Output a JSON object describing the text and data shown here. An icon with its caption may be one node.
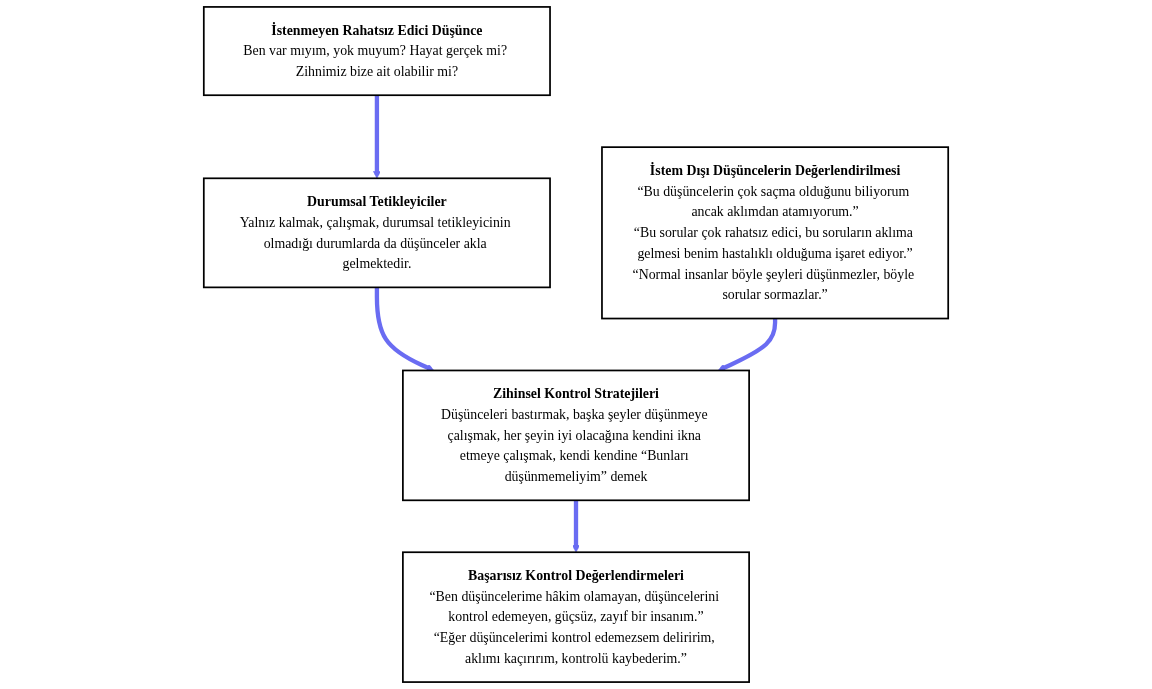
{
  "diagram": {
    "nodes": [
      {
        "text": [
          "İstenmeyen Rahatsız Edici Düşünce",
          "Ben var mıyım, yok muyum? Hayat gerçek mi? Zihnimiz bize ait olabilir mi?"
        ]
      },
      {
        "text": [
          "Durumsal Tetikleyiciler",
          "Yalnız kalmak, çalışmak, durumsal tetikleyicinin olmadığı durumlarda da düşünceler akla gelmektedir."
        ]
      },
      {
        "text": [
          "İstem Dışı Düşüncelerin Değerlendirilmesi",
          "“Bu düşüncelerin çok saçma olduğunu biliyorum ancak aklımdan atamıyorum.”",
          "“Bu sorular çok rahatsız edici, bu soruların aklıma gelmesi benim hastalıklı olduğuma işaret ediyor.”",
          "“Normal insanlar böyle şeyleri düşünmezler, böyle sorular sormazlar.”"
        ]
      },
      {
        "text": [
          "Zihinsel Kontrol Stratejileri",
          "Düşünceleri bastırmak, başka şeyler düşünmeye çalışmak, her şeyin iyi olacağına kendini ikna etmeye çalışmak, kendi kendine “Bunları düşünmemeliyim” demek"
        ]
      },
      {
        "text": [
          "Başarısız Kontrol Değerlendirmeleri",
          "“Ben düşüncelerime hâkim olamayan, düşüncelerini kontrol edemeyen, güçsüz, zayıf bir insanım.”",
          "“Eğer düşüncelerimi kontrol edemezsem deliririm, aklımı kaçırırım, kontrolü kaybederim.”"
        ]
      }
    ],
    "edges": [
      {
        "from": 0,
        "to": 1,
        "arrow": "to"
      },
      {
        "from": 1,
        "to": 3,
        "arrow": "to"
      },
      {
        "from": 2,
        "to": 3,
        "arrow": "to"
      },
      {
        "from": 3,
        "to": 4,
        "arrow": "to"
      }
    ]
  }
}
